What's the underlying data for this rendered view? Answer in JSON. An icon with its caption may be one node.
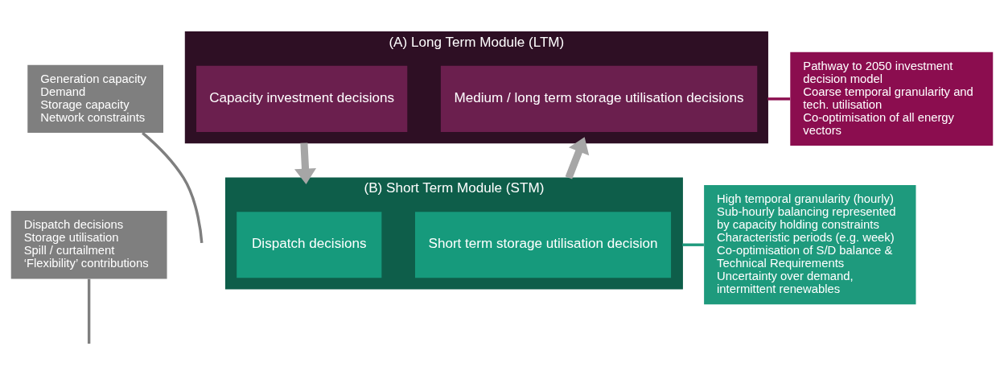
{
  "diagram": {
    "nodes": [
      {
        "text": [
          "Generation capacity",
          "Demand",
          "Storage capacity",
          "Network constraints"
        ]
      },
      {
        "text": [
          "(A) Long Term Module (LTM)"
        ]
      },
      {
        "text": [
          "Capacity investment decisions"
        ],
        "in": 1
      },
      {
        "text": [
          "Medium / long term storage utilisation decisions"
        ],
        "in": 1
      },
      {
        "text": [
          "Pathway to 2050 investment decision model",
          "Coarse temporal granularity and tech. utilisation",
          "Co-optimisation of all energy vectors"
        ]
      },
      {
        "text": [
          "Dispatch decisions",
          "Storage utilisation",
          "Spill / curtailment",
          "‘Flexibility’ contributions"
        ]
      },
      {
        "text": [
          "(B) Short Term Module (STM)"
        ]
      },
      {
        "text": [
          "Dispatch decisions"
        ],
        "in": 6
      },
      {
        "text": [
          "Short term storage utilisation decision"
        ],
        "in": 6
      },
      {
        "text": [
          "High temporal granularity (hourly)",
          "Sub-hourly balancing represented by capacity holding constraints",
          "Characteristic periods (e.g. week)",
          "Co-optimisation of S/D balance & Technical Requirements",
          "Uncertainty over demand, intermittent renewables"
        ]
      }
    ],
    "edges": [
      {
        "from": 1,
        "to": 6,
        "arrow": "to",
        "style": "thick",
        "color": "#a6a6a6"
      },
      {
        "from": 6,
        "to": 1,
        "arrow": "to",
        "style": "thick",
        "color": "#a6a6a6"
      },
      {
        "from": 0,
        "to": null,
        "arrow": "none",
        "color": "#7f7f7f"
      },
      {
        "from": 4,
        "to": 1,
        "arrow": "none",
        "color": "#8b0d4f"
      },
      {
        "from": 5,
        "to": null,
        "arrow": "none",
        "color": "#7f7f7f"
      },
      {
        "from": 9,
        "to": 6,
        "arrow": "none",
        "color": "#1e9a7d"
      }
    ]
  }
}
